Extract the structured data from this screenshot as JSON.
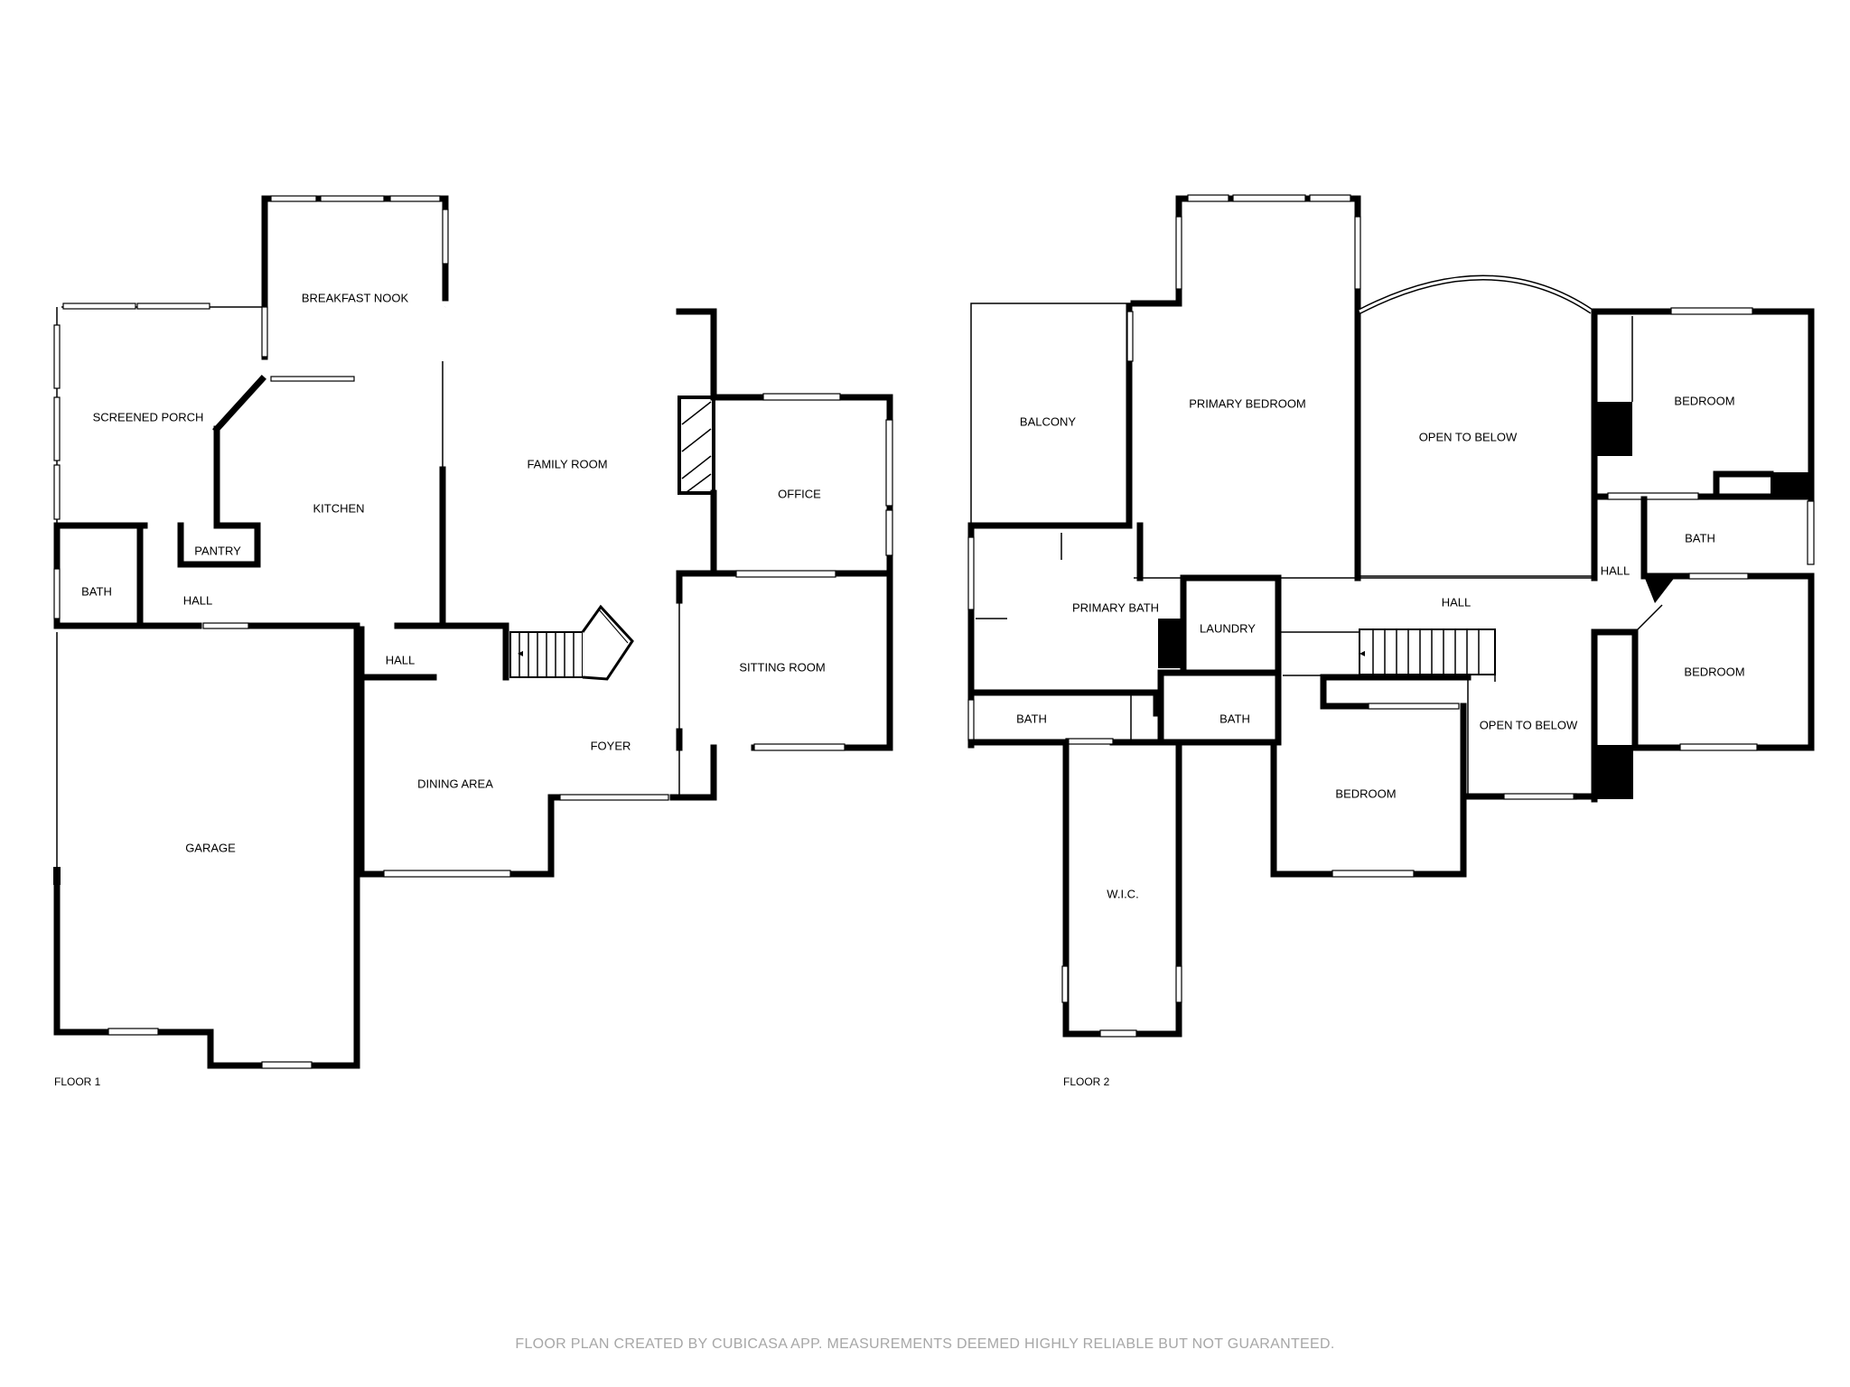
{
  "floor1": {
    "label": "FLOOR 1",
    "rooms": {
      "screened_porch": "SCREENED PORCH",
      "breakfast_nook": "BREAKFAST NOOK",
      "kitchen": "KITCHEN",
      "pantry": "PANTRY",
      "family_room": "FAMILY ROOM",
      "office": "OFFICE",
      "bath": "BATH",
      "hall_west": "HALL",
      "hall_center": "HALL",
      "sitting_room": "SITTING ROOM",
      "foyer": "FOYER",
      "dining_area": "DINING AREA",
      "garage": "GARAGE"
    }
  },
  "floor2": {
    "label": "FLOOR 2",
    "rooms": {
      "balcony": "BALCONY",
      "primary_bedroom": "PRIMARY BEDROOM",
      "open_to_below_top": "OPEN TO BELOW",
      "bedroom_ne": "BEDROOM",
      "primary_bath": "PRIMARY BATH",
      "laundry": "LAUNDRY",
      "hall_main": "HALL",
      "hall_east": "HALL",
      "bath_east": "BATH",
      "bedroom_e": "BEDROOM",
      "bath_west": "BATH",
      "bath_center": "BATH",
      "open_to_below_bottom": "OPEN TO BELOW",
      "bedroom_s": "BEDROOM",
      "wic": "W.I.C."
    }
  },
  "footer": "FLOOR PLAN CREATED BY CUBICASA APP. MEASUREMENTS DEEMED HIGHLY RELIABLE BUT NOT GUARANTEED."
}
